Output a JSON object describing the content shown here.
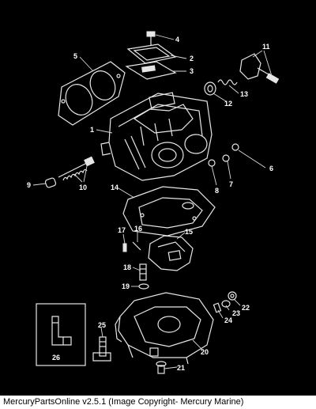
{
  "diagram": {
    "callouts": [
      "1",
      "2",
      "3",
      "4",
      "5",
      "6",
      "7",
      "8",
      "9",
      "10",
      "11",
      "12",
      "13",
      "14",
      "15",
      "16",
      "17",
      "18",
      "19",
      "20",
      "21",
      "22",
      "23",
      "24",
      "25",
      "26"
    ]
  },
  "footer": {
    "text": "MercuryPartsOnline v2.5.1 (Image Copyright- Mercury Marine)"
  },
  "colors": {
    "background": "#000000",
    "linework": "#e6e6e6",
    "footer_background": "#ffffff",
    "footer_text": "#000000"
  }
}
